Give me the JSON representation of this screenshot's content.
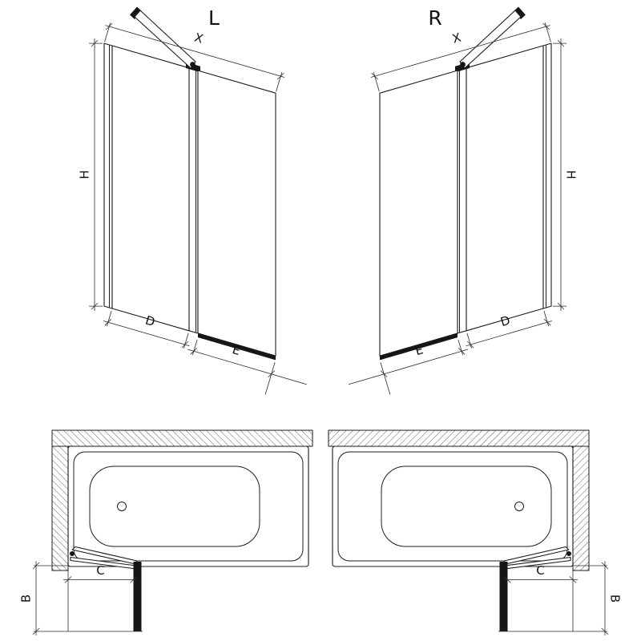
{
  "drawing": {
    "front_left": {
      "title": "L",
      "width_label": "X",
      "height_label": "H",
      "fixed_panel_label": "D",
      "door_panel_label": "E"
    },
    "front_right": {
      "title": "R",
      "width_label": "X",
      "height_label": "H",
      "fixed_panel_label": "D",
      "door_panel_label": "E"
    },
    "plan_left": {
      "clearance_label": "C",
      "projection_label": "B"
    },
    "plan_right": {
      "clearance_label": "C",
      "projection_label": "B"
    }
  },
  "colors": {
    "line": "#1c1c1c",
    "background": "#ffffff"
  }
}
